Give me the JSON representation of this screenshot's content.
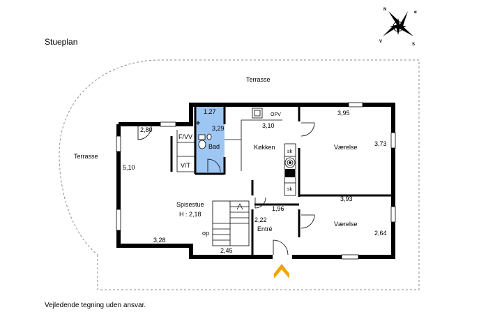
{
  "title": "Stueplan",
  "disclaimer": "Vejledende tegning uden ansvar.",
  "compass": {
    "n": "N",
    "o": "ø",
    "v": "V",
    "s": "S"
  },
  "rooms": {
    "terrace_top": "Terrasse",
    "terrace_left": "Terrasse",
    "bath": "Bad",
    "kitchen": "Køkken",
    "bedroom1": "Værelse",
    "bedroom2": "Værelse",
    "living": "Spisestue",
    "living_height": "H : 2,18",
    "entry": "Entré"
  },
  "fixtures": {
    "fvv": "F/VV",
    "vt": "V/T",
    "opv": "OPV",
    "sk1": "sk",
    "sk2": "sk",
    "op": "op"
  },
  "dimensions": {
    "d127": "1,27",
    "d329": "3,29",
    "d310": "3,10",
    "d395": "3,95",
    "d373": "3,73",
    "d280": "2,80",
    "d510": "5,10",
    "d393": "3,93",
    "d196": "1,96",
    "d222": "2,22",
    "d264": "2,64",
    "d328": "3,28",
    "d245": "2,45"
  }
}
